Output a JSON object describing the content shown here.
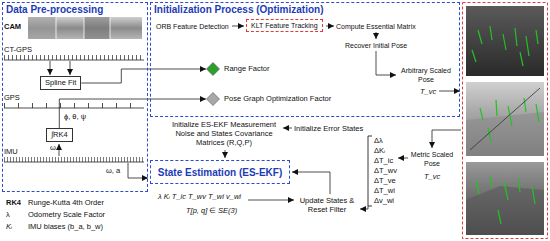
{
  "diagram": {
    "nodes": [
      {
        "text": [
          "Data Pre-processing"
        ]
      },
      {
        "text": [
          "Initialization Process (Optimization)"
        ]
      },
      {
        "text": [
          "Spline Fit"
        ],
        "in": 0
      },
      {
        "text": [
          "∫RK4"
        ],
        "in": 0
      },
      {
        "text": [
          "KLT Feature Tracking"
        ],
        "in": 1
      },
      {
        "text": [
          "Range Factor"
        ],
        "in": 1
      },
      {
        "text": [
          "Pose Graph Optimization Factor"
        ],
        "in": 1
      },
      {
        "text": [
          "State Estimation (ES-EKF)"
        ]
      }
    ],
    "edges": [
      {
        "from": 2,
        "to": 5,
        "arrow": "to"
      },
      {
        "from": 3,
        "to": 6,
        "arrow": "to"
      }
    ],
    "labels": [
      "CAM",
      "CT-GPS",
      "GPS",
      "ω",
      "ϕ, θ, ψ",
      "IMU",
      "ω, a",
      "RK4",
      "Runge-Kutta 4th Order",
      "λ",
      "Odometry Scale Factor",
      "Kᵢ",
      "IMU biases (b_a, b_w)",
      "ORB Feature Detection",
      "Compute Essential Matrix",
      "Recover Initial Pose",
      "Arbitrary Scaled Pose",
      "T_vc",
      "Initialize ES-EKF Measurement Noise and States Covariance Matrices (R,Q,P)",
      "Initialize Error States",
      "Δλ",
      "ΔKᵢ",
      "ΔT_ic",
      "ΔT_wv",
      "ΔT_ve",
      "ΔT_wi",
      "Δv_wi",
      "Metric Scaled Pose",
      "T_vc",
      "λ Kᵢ T_ic T_wv T_wi v_wi",
      "T[p, q] ∈ SE(3)",
      "Update States & Reset Filter"
    ]
  }
}
